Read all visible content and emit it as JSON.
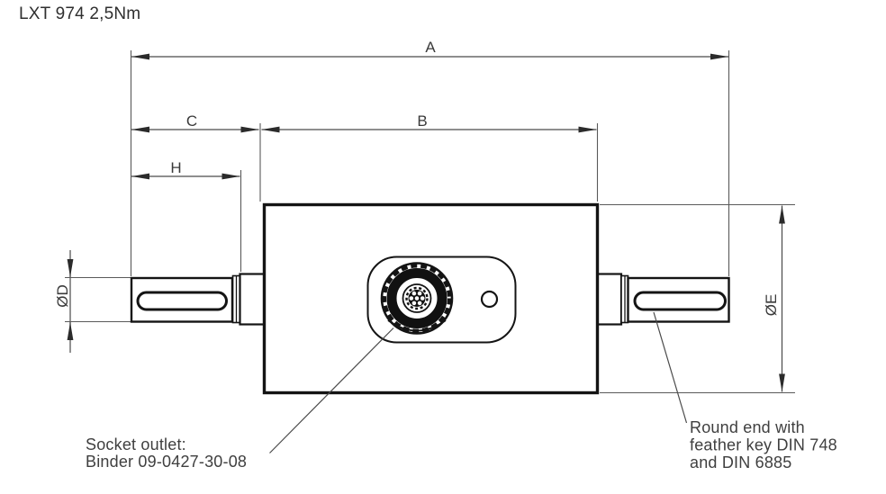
{
  "title": "LXT 974 2,5Nm",
  "dims": {
    "A": "A",
    "B": "B",
    "C": "C",
    "H": "H",
    "D": "ØD",
    "E": "ØE"
  },
  "notes": {
    "socket": {
      "line1": "Socket outlet:",
      "line2": "Binder 09-0427-30-08"
    },
    "round_end": {
      "line1": "Round end with",
      "line2": "feather key DIN 748",
      "line3": "and DIN 6885"
    }
  },
  "colors": {
    "background": "#ffffff",
    "part_outline": "#141414",
    "dimension_line": "#4a4a4a",
    "annotation_text": "#3f3f3f",
    "title_text": "#2f2f2f"
  }
}
